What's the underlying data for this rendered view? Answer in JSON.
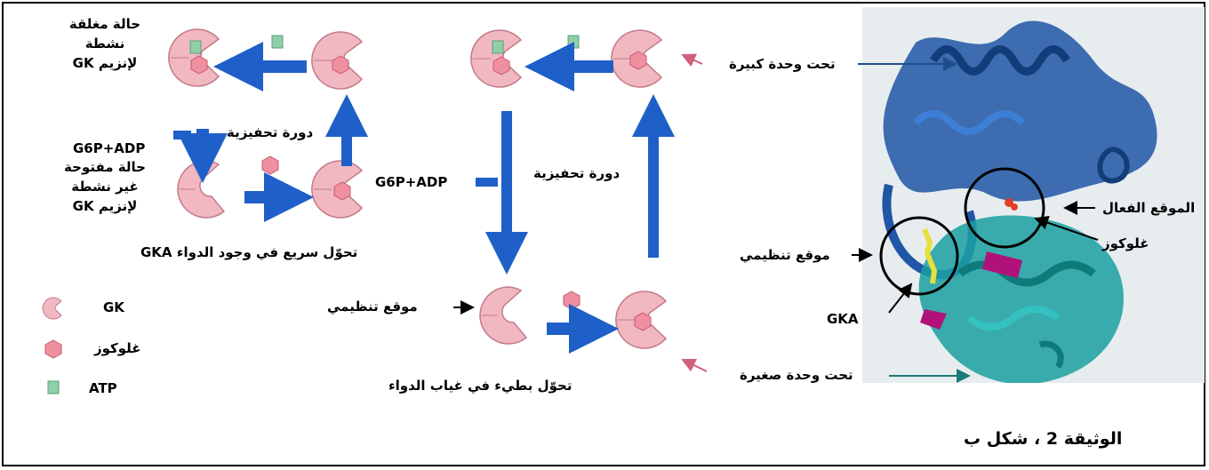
{
  "colors": {
    "arrow_blue": "#1f5fc8",
    "enzyme_pink": "#f2b8c2",
    "enzyme_outline": "#c27a89",
    "glucose": "#f08fa0",
    "atp": "#8fd0a8",
    "pointer_pink": "#d0607a",
    "large_subunit_arrow": "#1f4f8a",
    "small_subunit_arrow": "#1a7a77",
    "protein_blue": "#1f56a6",
    "protein_teal": "#1aa0a0",
    "protein_magenta": "#b0127a"
  },
  "left_cycle": {
    "closed_active_state": [
      "حالة مغلقة",
      "نشطة",
      "لإنزيم GK"
    ],
    "products": "G6P+ADP",
    "cycle_label": "دورة تحفيزية",
    "open_inactive_state": [
      "حالة مفتوحة",
      "غير نشطة",
      "لإنزيم GK"
    ],
    "fast_transition": "تحوّل سريع في وجود الدواء GKA"
  },
  "right_cycle": {
    "products": "G6P+ADP",
    "cycle_label": "دورة تحفيزية",
    "regulatory_site": "موقع تنظيمي",
    "slow_transition": "تحوّل بطيء في غياب الدواء"
  },
  "legend": {
    "items": [
      {
        "icon": "gk-enzyme-icon",
        "label": "GK"
      },
      {
        "icon": "glucose-icon",
        "label": "غلوكوز"
      },
      {
        "icon": "atp-icon",
        "label": "ATP"
      }
    ]
  },
  "structure_labels": {
    "large_subunit": "تحت وحدة كبيرة",
    "active_site": "الموقع الفعال",
    "glucose": "غلوكوز",
    "regulatory_site": "موقع تنظيمي",
    "gka": "GKA",
    "small_subunit": "تحت وحدة صغيرة"
  },
  "caption": "الوثيقة 2 ، شكل ب"
}
